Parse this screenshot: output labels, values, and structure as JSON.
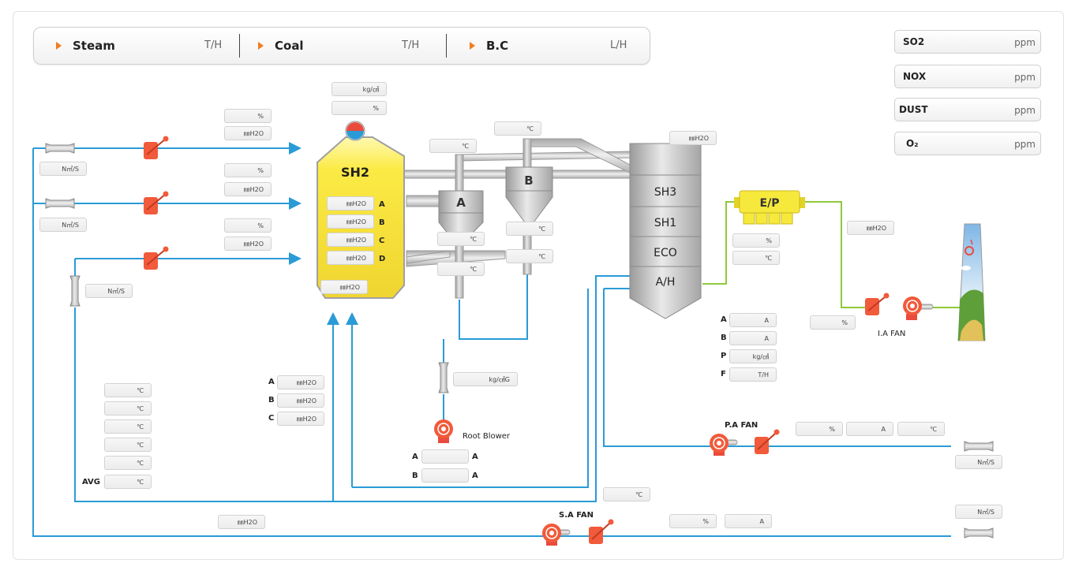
{
  "topbar": {
    "items": [
      {
        "label": "Steam",
        "unit": "T/H"
      },
      {
        "label": "Coal",
        "unit": "T/H"
      },
      {
        "label": "B.C",
        "unit": "L/H"
      }
    ]
  },
  "emissions": [
    {
      "name": "SO2",
      "unit": "ppm"
    },
    {
      "name": "NOX",
      "unit": "ppm"
    },
    {
      "name": "DUST",
      "unit": "ppm"
    },
    {
      "name": "O₂",
      "unit": "ppm"
    }
  ],
  "equipment": {
    "boiler": "SH2",
    "boiler_rows": [
      "A",
      "B",
      "C",
      "D"
    ],
    "mill_a": "A",
    "mill_b": "B",
    "sh3": "SH3",
    "sh1": "SH1",
    "eco": "ECO",
    "ah": "A/H",
    "ep": "E/P",
    "root_blower": "Root Blower",
    "ia_fan": "I.A FAN",
    "pa_fan": "P.A FAN",
    "sa_fan": "S.A FAN"
  },
  "units": {
    "kgcm2": "kg/㎠",
    "pct": "%",
    "mmh2o": "㎜H2O",
    "degc": "℃",
    "nm3s": "N㎥/S",
    "amp": "A",
    "kgcm2g": "kg/㎠G",
    "th": "T/H"
  },
  "labels": {
    "a": "A",
    "b": "B",
    "c": "C",
    "p": "P",
    "f": "F",
    "avg": "AVG"
  }
}
